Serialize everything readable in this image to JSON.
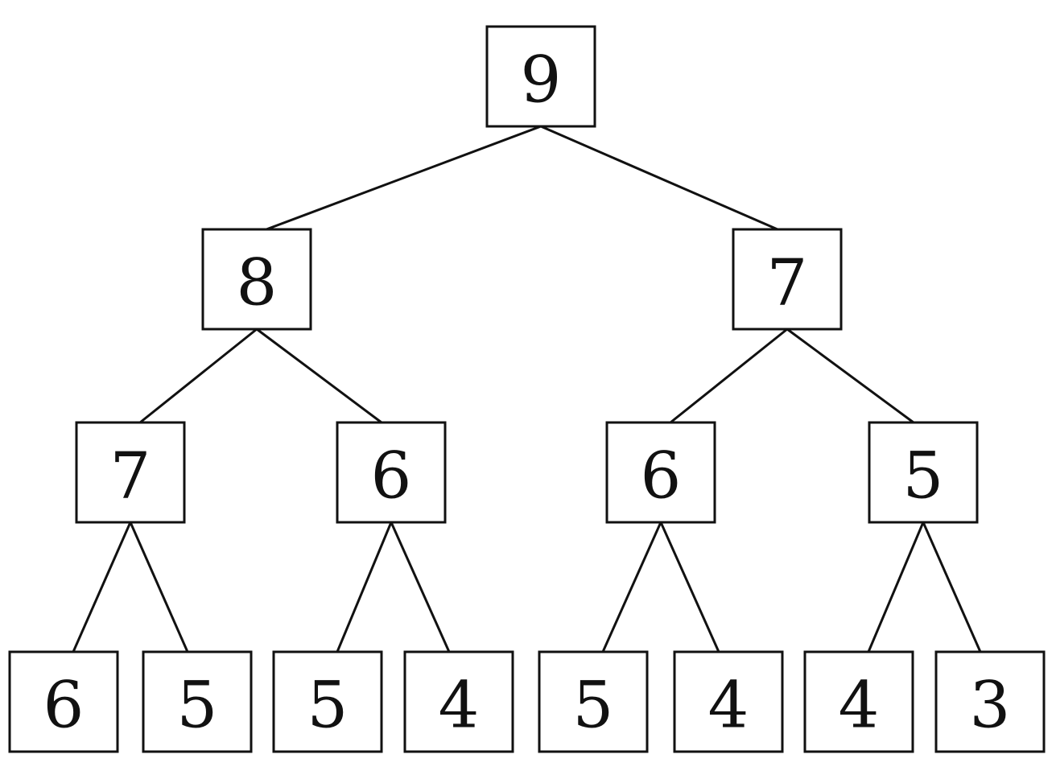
{
  "tree": {
    "levels": [
      [
        "9"
      ],
      [
        "8",
        "7"
      ],
      [
        "7",
        "6",
        "6",
        "5"
      ],
      [
        "6",
        "5",
        "5",
        "4",
        "5",
        "4",
        "4",
        "3"
      ]
    ]
  }
}
